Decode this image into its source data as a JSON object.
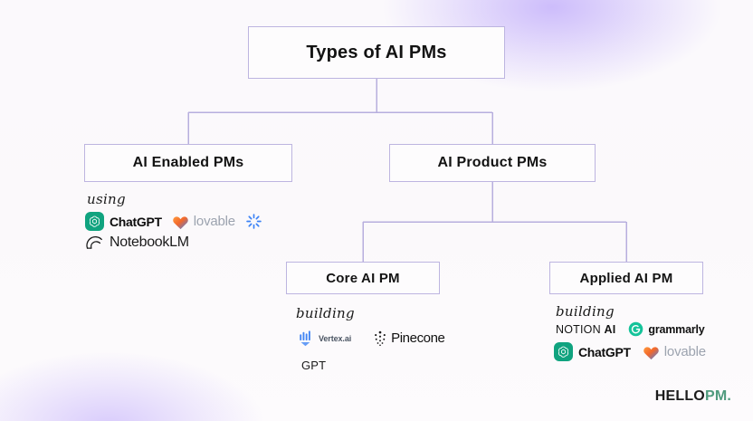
{
  "theme": {
    "background": "#faf8fb",
    "glow": "#a78bfa",
    "box_border": "#bdb5e0",
    "box_fill": "#fdfcfd",
    "text": "#131313",
    "brand_accent": "#4f9b7e"
  },
  "diagram": {
    "type": "tree",
    "root": {
      "label": "Types of AI PMs"
    },
    "level2": [
      {
        "label": "AI Enabled PMs"
      },
      {
        "label": "AI Product PMs"
      }
    ],
    "level3": [
      {
        "label": "Core AI PM"
      },
      {
        "label": "Applied AI PM"
      }
    ]
  },
  "ai_enabled": {
    "caption": "using",
    "tools_row1": [
      {
        "name": "ChatGPT",
        "icon": "openai-icon"
      },
      {
        "name": "lovable",
        "icon": "lovable-heart-icon"
      },
      {
        "name": "",
        "icon": "gemini-burst-icon"
      }
    ],
    "tools_row2": [
      {
        "name": "NotebookLM",
        "icon": "notebooklm-icon"
      }
    ]
  },
  "core_ai_pm": {
    "caption": "building",
    "tools_row1": [
      {
        "name": "Vertex.ai",
        "icon": "vertex-ai-icon"
      },
      {
        "name": "Pinecone",
        "icon": "pinecone-icon"
      }
    ],
    "tools_row2": [
      {
        "name": "GPT",
        "icon": ""
      }
    ]
  },
  "applied_ai_pm": {
    "caption": "building",
    "tools_row1": [
      {
        "name_plain": "NOTION ",
        "name_bold": "AI",
        "icon": "notion-ai-icon"
      },
      {
        "name": "grammarly",
        "icon": "grammarly-icon"
      }
    ],
    "tools_row2": [
      {
        "name": "ChatGPT",
        "icon": "openai-icon"
      },
      {
        "name": "lovable",
        "icon": "lovable-heart-icon"
      }
    ]
  },
  "footer": {
    "brand_primary": "HELLO",
    "brand_secondary": "PM."
  }
}
